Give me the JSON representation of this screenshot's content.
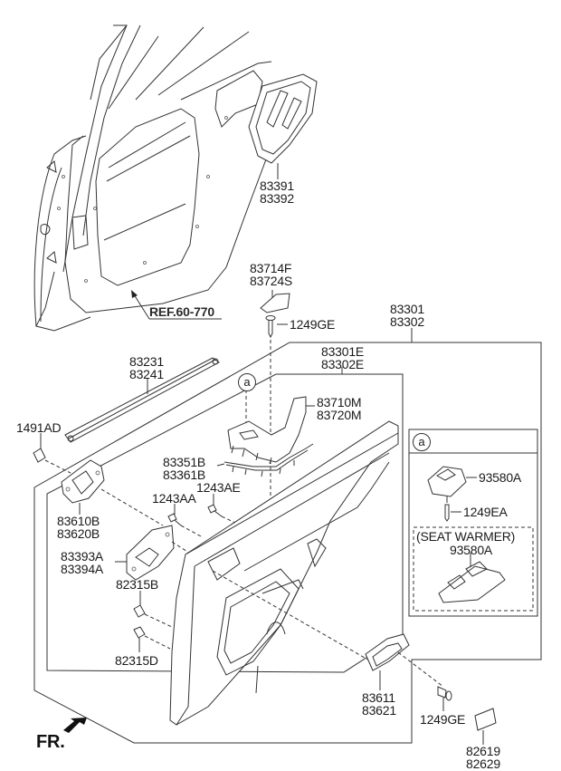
{
  "diagram": {
    "title": "Rear Door Trim Parts Diagram",
    "ref_label": "REF.60-770",
    "front_indicator": "FR.",
    "callout_letter": "a",
    "detail_box": {
      "callout_letter": "a",
      "seat_warmer_label": "(SEAT WARMER)"
    },
    "parts": [
      {
        "id": "seal-cover",
        "numbers": [
          "83391",
          "83392"
        ]
      },
      {
        "id": "trim-cap",
        "numbers": [
          "83714F",
          "83724S"
        ]
      },
      {
        "id": "screw-top",
        "numbers": [
          "1249GE"
        ]
      },
      {
        "id": "door-trim-assy",
        "numbers": [
          "83301",
          "83302"
        ]
      },
      {
        "id": "door-trim-panel",
        "numbers": [
          "83301E",
          "83302E"
        ]
      },
      {
        "id": "beltline-weatherstrip",
        "numbers": [
          "83231",
          "83241"
        ]
      },
      {
        "id": "armrest-cover",
        "numbers": [
          "83710M",
          "83720M"
        ]
      },
      {
        "id": "clip-1491",
        "numbers": [
          "1491AD"
        ]
      },
      {
        "id": "garnish-strip",
        "numbers": [
          "83351B",
          "83361B"
        ]
      },
      {
        "id": "bolt-1243ae",
        "numbers": [
          "1243AE"
        ]
      },
      {
        "id": "bolt-1243aa",
        "numbers": [
          "1243AA"
        ]
      },
      {
        "id": "inside-handle",
        "numbers": [
          "83610B",
          "83620B"
        ]
      },
      {
        "id": "handle-bracket",
        "numbers": [
          "83393A",
          "83394A"
        ]
      },
      {
        "id": "clip-82315b",
        "numbers": [
          "82315B"
        ]
      },
      {
        "id": "clip-82315d",
        "numbers": [
          "82315D"
        ]
      },
      {
        "id": "pull-handle",
        "numbers": [
          "83611",
          "83621"
        ]
      },
      {
        "id": "screw-bottom",
        "numbers": [
          "1249GE"
        ]
      },
      {
        "id": "screw-cover",
        "numbers": [
          "82619",
          "82629"
        ]
      },
      {
        "id": "window-switch",
        "numbers": [
          "93580A"
        ]
      },
      {
        "id": "switch-screw",
        "numbers": [
          "1249EA"
        ]
      },
      {
        "id": "window-switch-seat-warmer",
        "numbers": [
          "93580A"
        ]
      }
    ]
  }
}
